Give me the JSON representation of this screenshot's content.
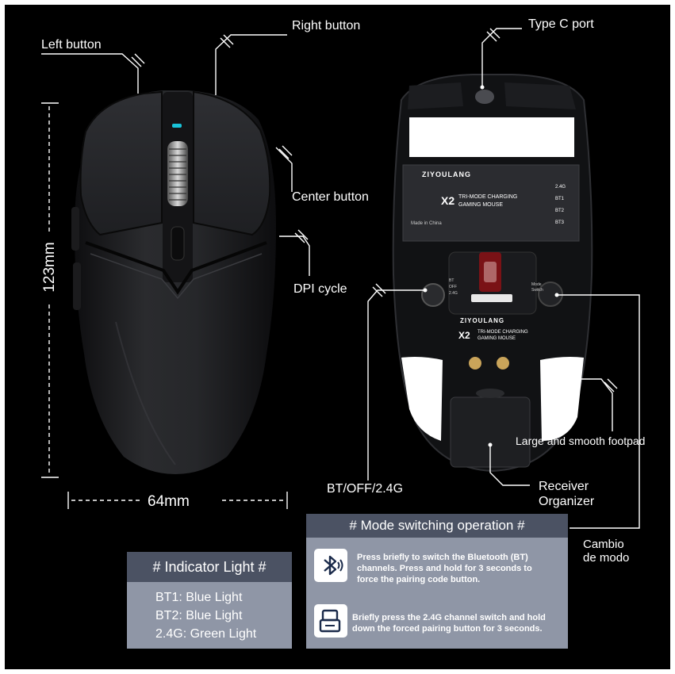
{
  "labels": {
    "left_button": "Left button",
    "right_button": "Right button",
    "type_c_port": "Type C port",
    "center_button": "Center button",
    "dpi_cycle": "DPI cycle",
    "bt_off_24g": "BT/OFF/2.4G",
    "receiver_organizer_line1": "Receiver",
    "receiver_organizer_line2": "Organizer",
    "large_footpad": "Large and smooth footpad",
    "cambio_line1": "Cambio",
    "cambio_line2": "de modo",
    "height_dim": "123mm",
    "width_dim": "64mm"
  },
  "bottom_label": {
    "brand": "ZIYOULANG",
    "model": "X2",
    "product_line1": "TRI-MODE CHARGING",
    "product_line2": "GAMING MOUSE",
    "made_in": "Made in China",
    "modes": [
      "2.4G",
      "BT1",
      "BT2",
      "BT3"
    ],
    "switch_marks": [
      "BT",
      "OFF",
      "2.4G"
    ],
    "mode_switch_small": "Mode Switch"
  },
  "indicator": {
    "title": "# Indicator Light #",
    "items": [
      "BT1: Blue Light",
      "BT2: Blue Light",
      "2.4G: Green Light"
    ]
  },
  "mode_switching": {
    "title": "# Mode switching operation #",
    "bt_text": "Press briefly to switch the Bluetooth (BT) channels. Press and hold for 3 seconds to force the pairing code button.",
    "rx_text": "Briefly press the 2.4G channel switch and hold down the forced pairing button for 3 seconds.",
    "bt_icon": "bluetooth-icon",
    "rx_icon": "usb-receiver-icon"
  },
  "colors": {
    "background": "#000000",
    "panel": "#8f96a6",
    "panel_header": "#4b5263",
    "dpi_led": "#19c3d8"
  }
}
